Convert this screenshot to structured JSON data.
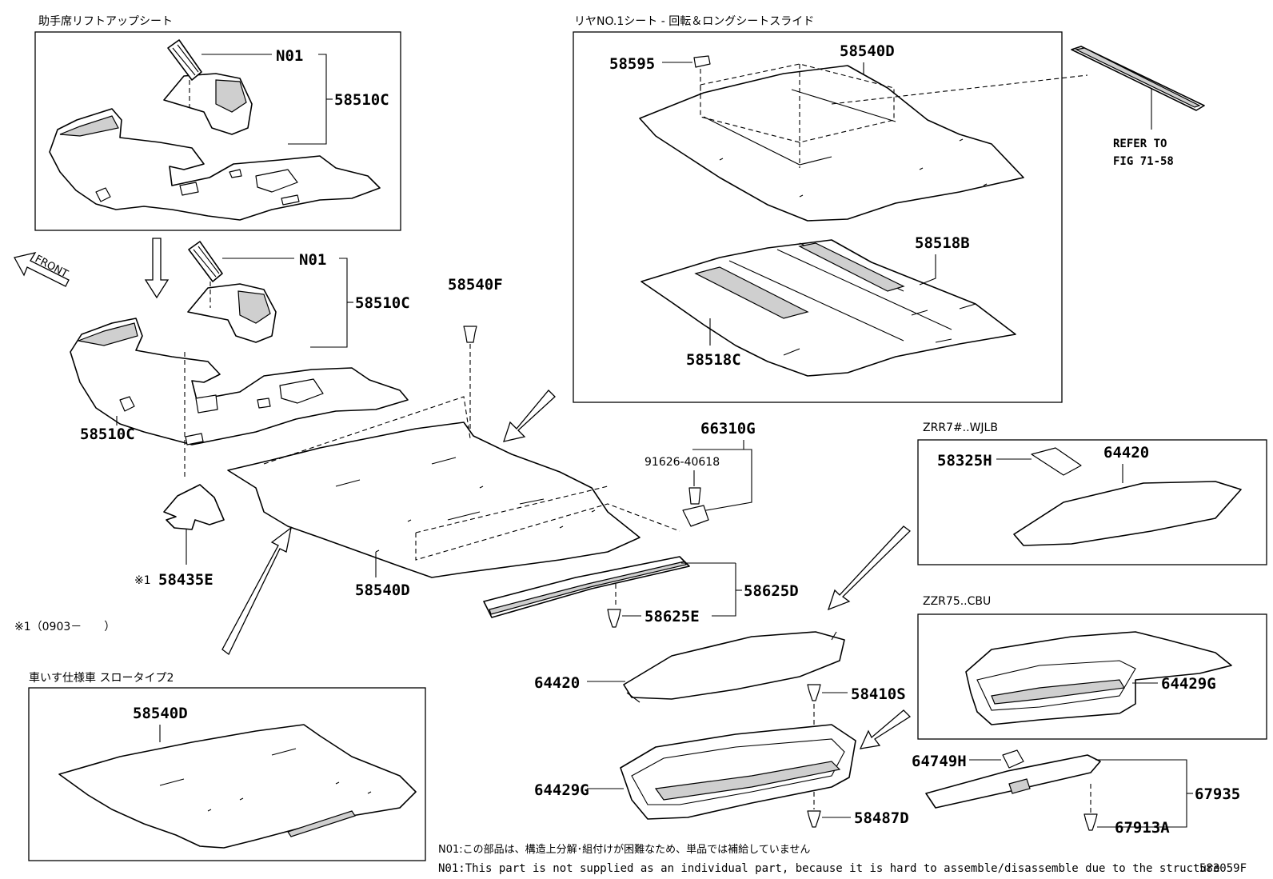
{
  "figure_code": "583059F",
  "sections": {
    "lift_up_seat": {
      "title": "助手席リフトアップシート"
    },
    "rear_seat": {
      "title": "リヤNO.1シート - 回転＆ロングシートスライド",
      "refer_line1": "REFER TO",
      "refer_line2": "FIG 71-58"
    },
    "variant_zrr7": {
      "title": "ZRR7#..WJLB"
    },
    "variant_zzr75": {
      "title": "ZZR75..CBU"
    },
    "wheelchair": {
      "title": "車いす仕様車 スロータイプ2"
    }
  },
  "front_label": "FRONT",
  "footnote_range": "※1（0903－　　）",
  "notes": {
    "n01_jp": "N01:この部品は、構造上分解･組付けが困難なため、単品では補給していません",
    "n01_en": "N01:This part is not supplied as an individual part, because it is hard to assemble/disassemble due to the structure"
  },
  "parts": {
    "n01_top": "N01",
    "p58510c_top": "58510C",
    "n01_mid": "N01",
    "p58510c_mid": "58510C",
    "p58510c_left": "58510C",
    "p58540f": "58540F",
    "p58435e": "58435E",
    "p58435e_mark": "※1",
    "p58540d_main": "58540D",
    "p58595": "58595",
    "p58540d_rear": "58540D",
    "p58518b": "58518B",
    "p58518c": "58518C",
    "p66310g": "66310G",
    "p91626": "91626-40618",
    "p58625d": "58625D",
    "p58625e": "58625E",
    "p58325h": "58325H",
    "p64420_box": "64420",
    "p64420_main": "64420",
    "p58410s": "58410S",
    "p64429g_main": "64429G",
    "p58487d": "58487D",
    "p64429g_box": "64429G",
    "p64749h": "64749H",
    "p67935": "67935",
    "p67913a": "67913A",
    "p58540d_wheel": "58540D"
  }
}
